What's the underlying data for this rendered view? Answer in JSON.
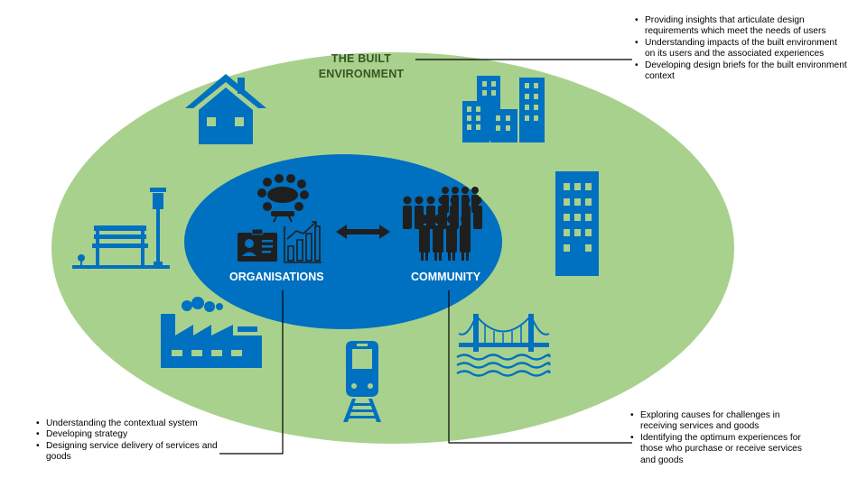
{
  "built_environment": {
    "title_line1": "THE BUILT",
    "title_line2": "ENVIRONMENT",
    "bullets": [
      "Providing insights that articulate design requirements which meet the needs of users",
      "Understanding impacts of the built environment on its users and the associated experiences",
      "Developing design briefs for the built environment context"
    ]
  },
  "organisations": {
    "label": "ORGANISATIONS",
    "bullets": [
      "Understanding the contextual system",
      "Developing strategy",
      "Designing service delivery of services and goods"
    ]
  },
  "community": {
    "label": "COMMUNITY",
    "bullets": [
      "Exploring causes for challenges in receiving services and goods",
      "Identifying the optimum experiences for those who purchase or receive services and goods"
    ]
  },
  "icons": [
    "house-icon",
    "office-buildings-icon",
    "tower-building-icon",
    "park-bench-icon",
    "factory-icon",
    "train-icon",
    "bridge-icon",
    "meeting-table-icon",
    "id-card-icon",
    "growth-chart-icon",
    "crowd-icon",
    "double-arrow-icon"
  ],
  "colors": {
    "outer": "#a9d18e",
    "inner": "#0070c0",
    "icon": "#0070c0",
    "title": "#375623"
  }
}
